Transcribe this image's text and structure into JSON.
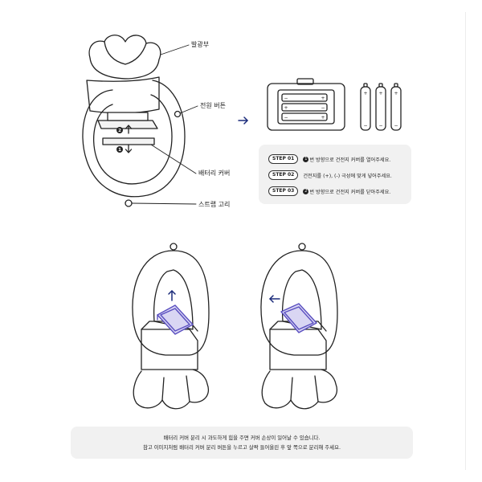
{
  "labels": {
    "light": "발광부",
    "power_button": "전원 버튼",
    "battery_cover": "배터리 커버",
    "strap_ring": "스트랩 고리",
    "marker_1": "1",
    "marker_2": "2"
  },
  "battery_holder": {
    "plus": "+",
    "minus": "−"
  },
  "steps": [
    {
      "badge": "STEP 01",
      "num": "1",
      "text": "번 방향으로 건전지 커버를 열어주세요."
    },
    {
      "badge": "STEP 02",
      "num": "",
      "text": "건전지를 (+), (-) 극성에 맞게 넣어주세요."
    },
    {
      "badge": "STEP 03",
      "num": "2",
      "text": "번 방향으로 건전지 커버를 닫아주세요."
    }
  ],
  "note": {
    "line1": "배터리 커버 분리 시 과도하게 힘을 주면 커버 손상이 일어날 수 있습니다.",
    "line2": "참고 이미지처럼 배터리 커버 분리 버튼을 누르고 살짝 들어올린 후 앞 쪽으로 분리해 주세요."
  },
  "colors": {
    "accent": "#1a2a7a",
    "cover_fill": "#d9d6f3",
    "cover_stroke": "#5a4fc0",
    "box_bg": "#f1f1f1"
  }
}
